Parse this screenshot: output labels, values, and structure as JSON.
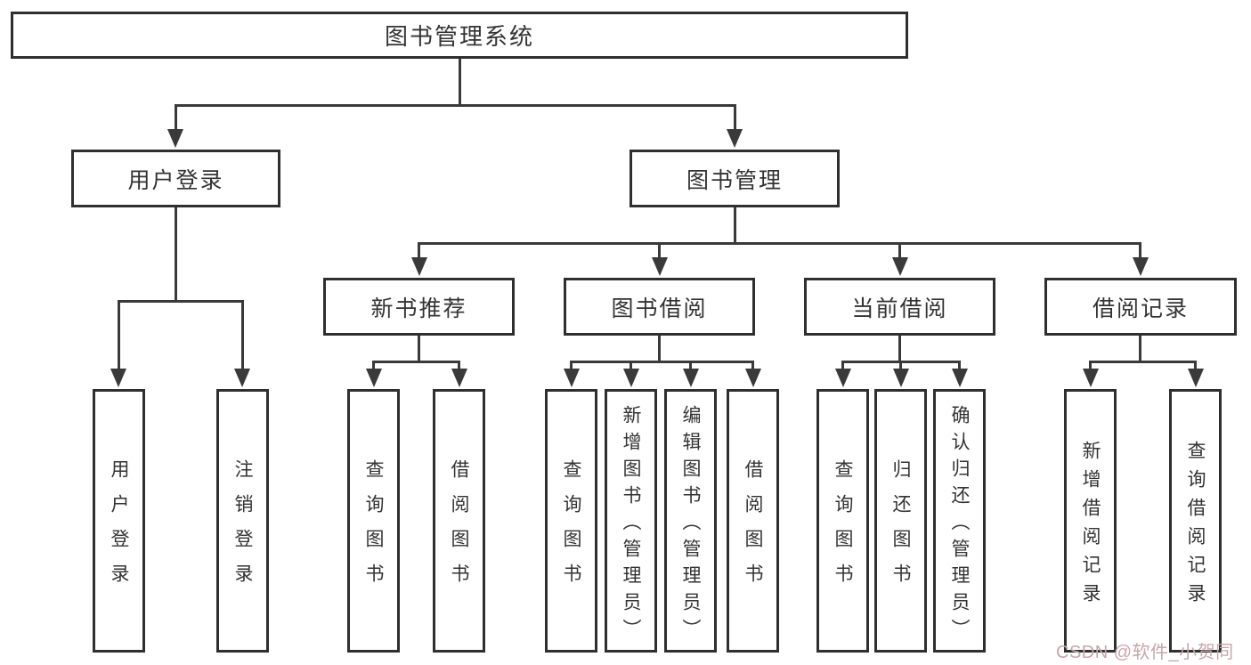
{
  "tree": {
    "root": {
      "label": "图书管理系统"
    },
    "user_login": {
      "label": "用户登录",
      "children": [
        "用户登录",
        "注销登录"
      ]
    },
    "book_management": {
      "label": "图书管理",
      "groups": [
        {
          "label": "新书推荐",
          "children": [
            "查询图书",
            "借阅图书"
          ]
        },
        {
          "label": "图书借阅",
          "children": [
            "查询图书",
            "新增图书（管理员）",
            "编辑图书（管理员）",
            "借阅图书"
          ]
        },
        {
          "label": "当前借阅",
          "children": [
            "查询图书",
            "归还图书",
            "确认归还（管理员）"
          ]
        },
        {
          "label": "借阅记录",
          "children": [
            "新增借阅记录",
            "查询借阅记录"
          ]
        }
      ]
    }
  },
  "watermark": {
    "text": "CSDN @软件_小贺同学"
  },
  "colors": {
    "line": "#3a3a3a",
    "border": "#2f2f2f",
    "text": "#333333",
    "watermark": "#c7a6ab",
    "bg": "#ffffff"
  }
}
